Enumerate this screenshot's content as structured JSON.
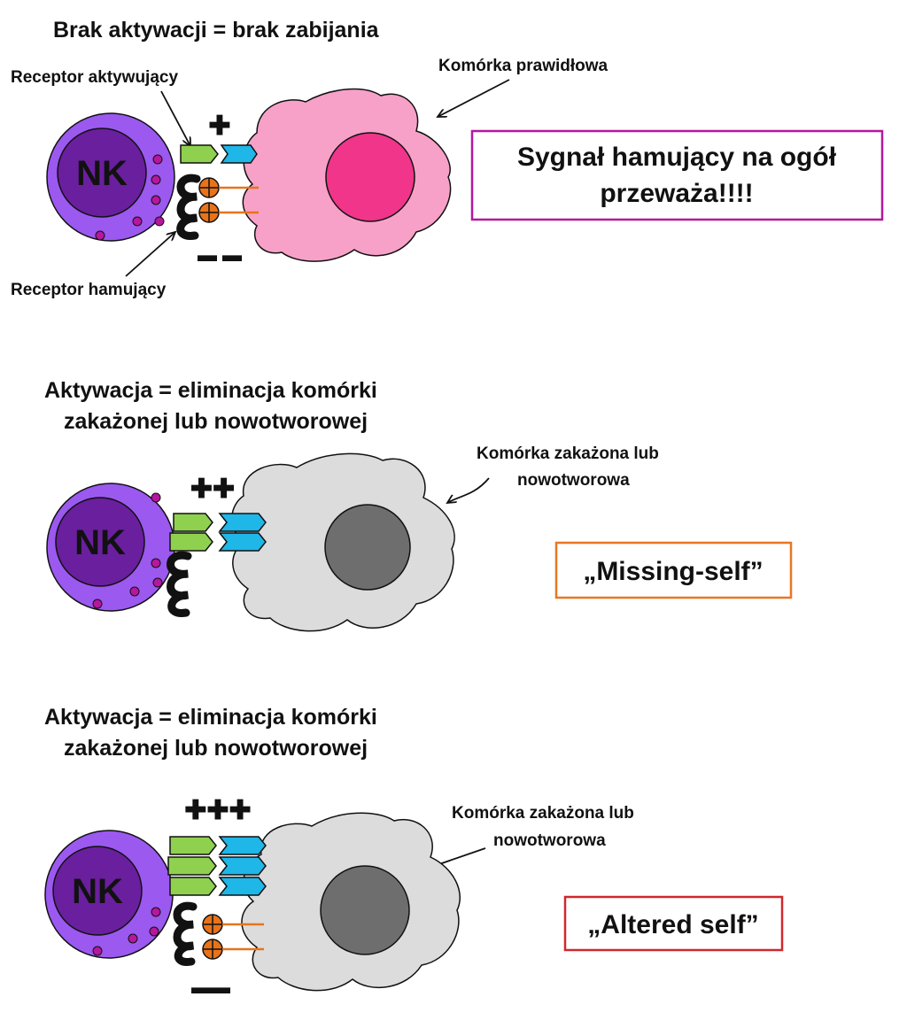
{
  "panel1": {
    "title": "Brak aktywacji = brak zabijania",
    "label_activating_receptor": "Receptor aktywujący",
    "label_inhibitory_receptor": "Receptor hamujący",
    "label_target_cell": "Komórka prawidłowa",
    "nk_label": "NK",
    "plus_signs": "✚",
    "minus_signs": "▬ ▬",
    "box_line1": "Sygnał hamujący na ogół",
    "box_line2": "przeważa!!!!",
    "box_color": "#b5179e",
    "target_color": "#f7a1c8",
    "nucleus_color": "#f0358a"
  },
  "panel2": {
    "title_line1": "Aktywacja = eliminacja komórki",
    "title_line2": "zakażonej lub nowotworowej",
    "label_target_line1": "Komórka zakażona lub",
    "label_target_line2": "nowotworowa",
    "nk_label": "NK",
    "plus_signs": "✚✚",
    "box_text": "„Missing-self”",
    "box_color": "#e87722",
    "target_color": "#dcdcdc",
    "nucleus_color": "#6e6e6e"
  },
  "panel3": {
    "title_line1": "Aktywacja = eliminacja komórki",
    "title_line2": "zakażonej lub nowotworowej",
    "label_target_line1": "Komórka zakażona lub",
    "label_target_line2": "nowotworowa",
    "nk_label": "NK",
    "plus_signs": "✚✚✚",
    "minus_signs": "▬▬",
    "box_text": "„Altered self”",
    "box_color": "#d0282e",
    "target_color": "#dcdcdc",
    "nucleus_color": "#6e6e6e"
  },
  "colors": {
    "nk_outer": "#9b59f0",
    "nk_nucleus": "#6a1f9e",
    "granule": "#b5179e",
    "activating_receptor": "#8fd14f",
    "ligand": "#1fb6e8",
    "inhibitory_receptor": "#111111",
    "mhc_ligand": "#e8731a",
    "signs": "#111111"
  }
}
